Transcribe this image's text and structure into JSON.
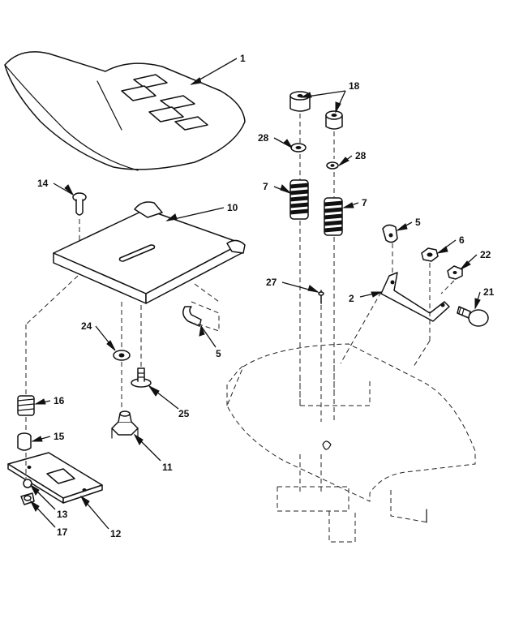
{
  "callouts": {
    "c1": "1",
    "c18": "18",
    "c28a": "28",
    "c28b": "28",
    "c14": "14",
    "c10": "10",
    "c7a": "7",
    "c7b": "7",
    "c5a": "5",
    "c6": "6",
    "c22": "22",
    "c27": "27",
    "c2": "2",
    "c21": "21",
    "c24": "24",
    "c5b": "5",
    "c25": "25",
    "c16": "16",
    "c15": "15",
    "c11": "11",
    "c13": "13",
    "c12": "12",
    "c17": "17"
  }
}
